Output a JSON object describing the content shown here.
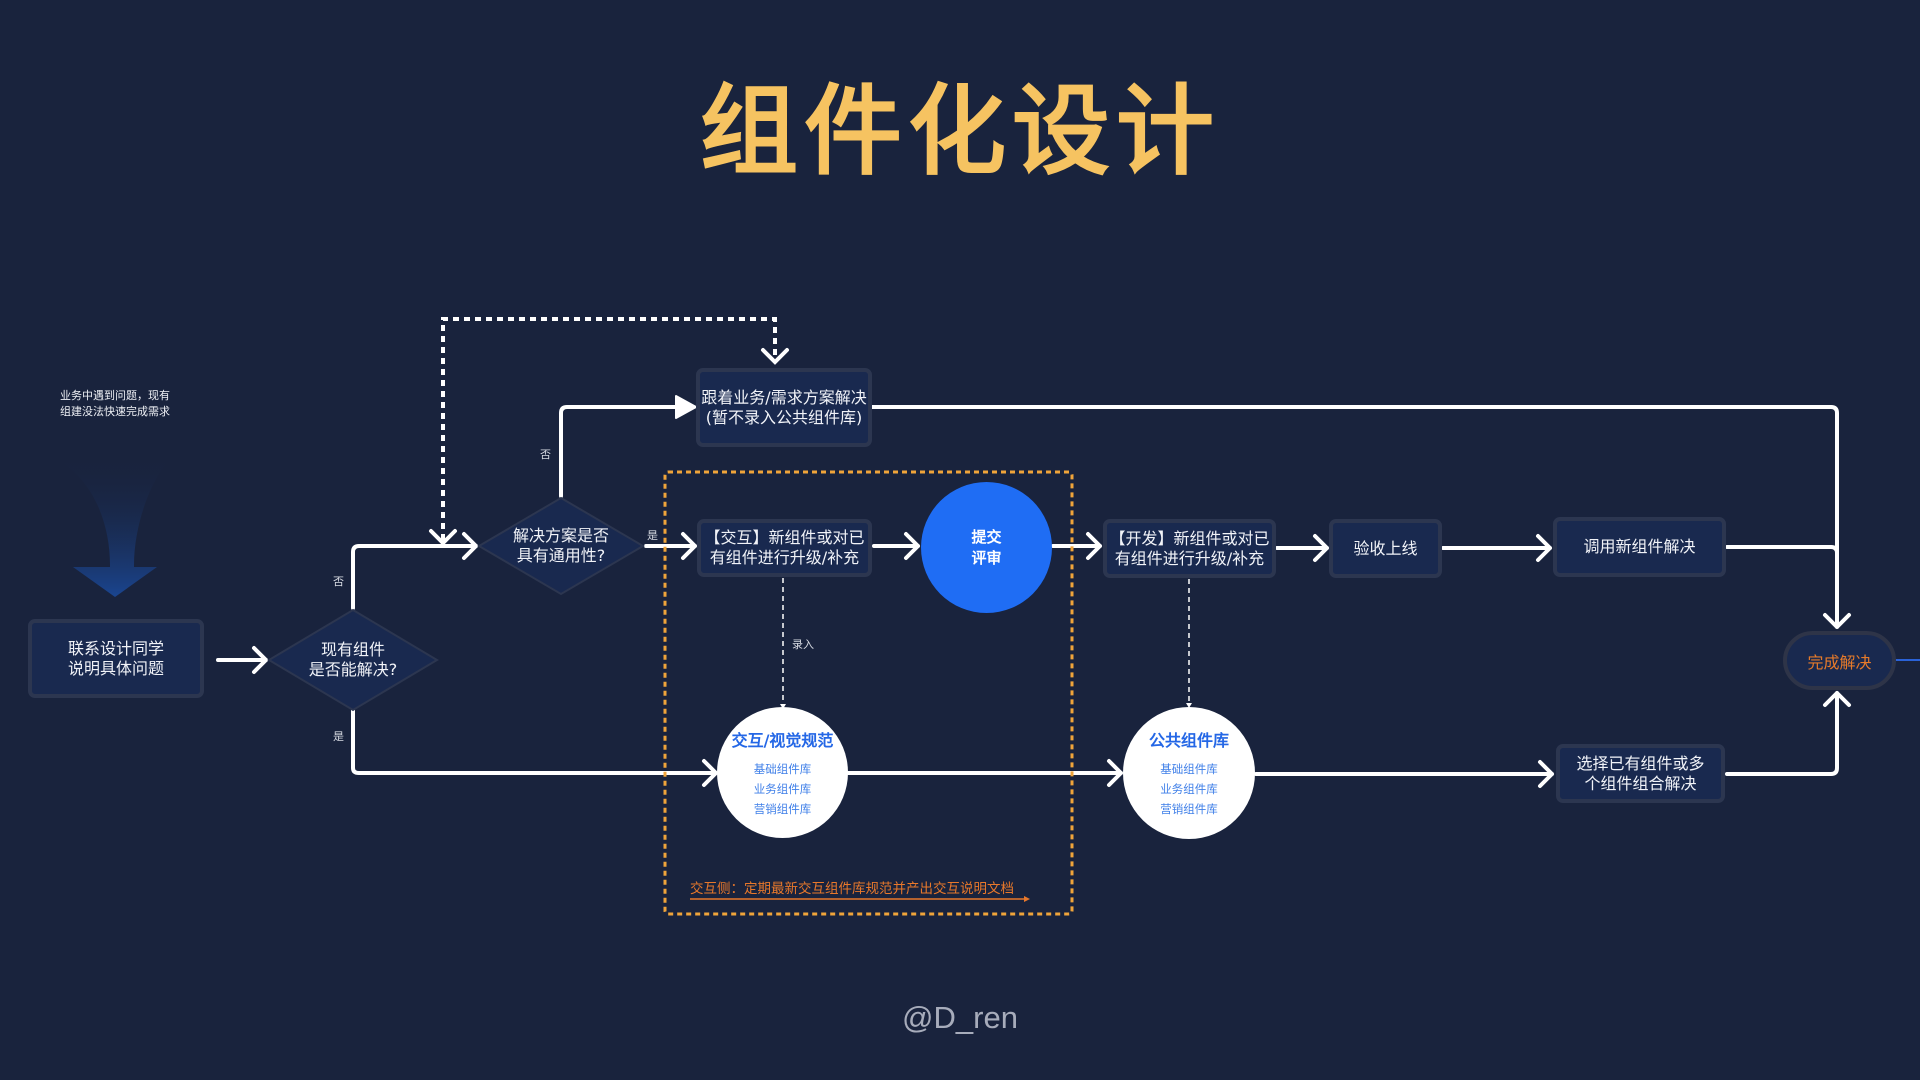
{
  "title": "组件化设计",
  "intro_note": [
    "业务中遇到问题，现有",
    "组建没法快速完成需求"
  ],
  "nodes": {
    "contact": [
      "联系设计同学",
      "说明具体问题"
    ],
    "decision_existing": [
      "现有组件",
      "是否能解决?"
    ],
    "decision_generic": [
      "解决方案是否",
      "具有通用性?"
    ],
    "follow_business": [
      "跟着业务/需求方案解决",
      "(暂不录入公共组件库)"
    ],
    "interaction_upgrade": [
      "【交互】新组件或对已",
      "有组件进行升级/补充"
    ],
    "review": [
      "提交",
      "评审"
    ],
    "dev_upgrade": [
      "【开发】新组件或对已",
      "有组件进行升级/补充"
    ],
    "accept_launch": "验收上线",
    "use_new": "调用新组件解决",
    "choose_existing": [
      "选择已有组件或多",
      "个组件组合解决"
    ],
    "done": "完成解决"
  },
  "libraries": {
    "interaction_spec": {
      "title": "交互/视觉规范",
      "items": [
        "基础组件库",
        "业务组件库",
        "营销组件库"
      ]
    },
    "public_lib": {
      "title": "公共组件库",
      "items": [
        "基础组件库",
        "业务组件库",
        "营销组件库"
      ]
    }
  },
  "edge_labels": {
    "no_1": "否",
    "yes_1": "是",
    "no_2": "否",
    "yes_2": "是",
    "record": "录入"
  },
  "group_note": "交互侧：定期最新交互组件库规范并产出交互说明文档",
  "watermark": "@D_ren",
  "colors": {
    "background": "#19233d",
    "title": "#f6c361",
    "node_fill": "#19294f",
    "node_border": "#2c3650",
    "review": "#1f6df4",
    "group_border": "#f0a43a",
    "note": "#e8782b",
    "done_text": "#e67a2a"
  }
}
